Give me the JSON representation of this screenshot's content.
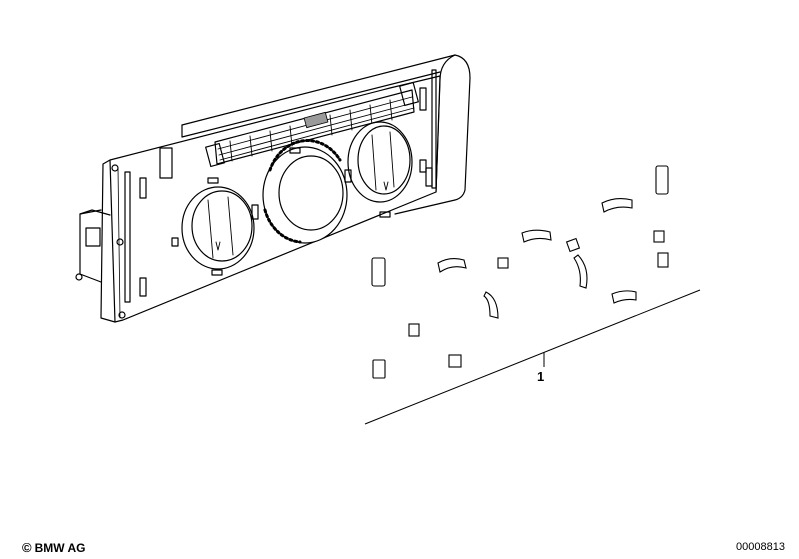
{
  "labels": {
    "part_number": "1",
    "copyright_symbol": "©",
    "copyright_text": "BMW AG",
    "diagram_id": "00008813"
  },
  "colors": {
    "line": "#000000",
    "background": "#ffffff",
    "shade": "#9a9a9a"
  }
}
